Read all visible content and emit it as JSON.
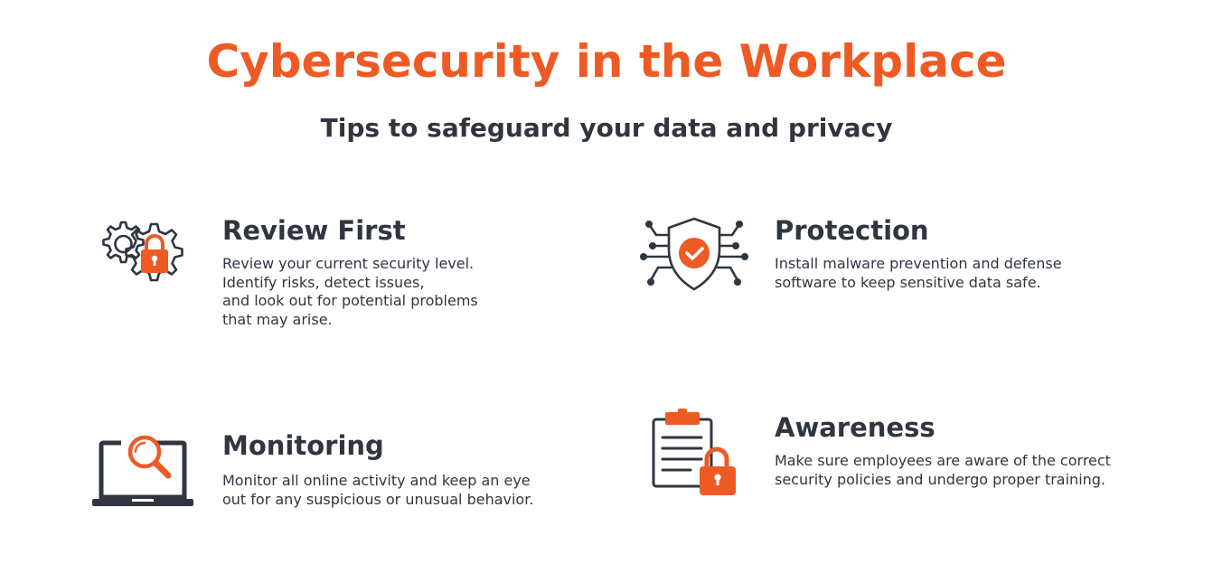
{
  "title": "Cybersecurity in the Workplace",
  "subtitle": "Tips to safeguard your data and privacy",
  "colors": {
    "accent": "#ee5a24",
    "dark": "#2f3640",
    "background": "#ffffff"
  },
  "tips": [
    {
      "icon": "gears-lock-icon",
      "heading": "Review First",
      "lines": [
        "Review your current security level.",
        "Identify risks, detect issues,",
        "and look out for potential problems",
        "that may arise."
      ]
    },
    {
      "icon": "shield-check-circuit-icon",
      "heading": "Protection",
      "lines": [
        "Install malware prevention and defense",
        "software to keep sensitive data safe."
      ]
    },
    {
      "icon": "laptop-magnifier-icon",
      "heading": "Monitoring",
      "lines": [
        "Monitor all online activity and keep an eye",
        "out for any suspicious or unusual behavior."
      ]
    },
    {
      "icon": "clipboard-lock-icon",
      "heading": "Awareness",
      "lines": [
        "Make sure employees are aware of the correct",
        "security policies and undergo proper training."
      ]
    }
  ]
}
